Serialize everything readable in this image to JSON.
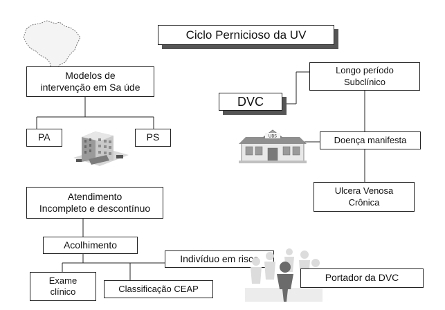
{
  "title": "Ciclo Pernicioso da UV",
  "nodes": {
    "modelos": "Modelos de\nintervenção em Sa úde",
    "pa": "PA",
    "ps": "PS",
    "atendimento": "Atendimento\nIncompleto e descontínuo",
    "acolhimento": "Acolhimento",
    "individuo": "Indivíduo em risco",
    "exame": "Exame\nclínico",
    "classificacao": "Classificação CEAP",
    "portador": "Portador da DVC",
    "dvc": "DVC",
    "longo": "Longo período\nSubclínico",
    "doenca": "Doença manifesta",
    "ulcera": "Ulcera Venosa\nCrônica"
  },
  "images": {
    "map": "brazil-map-icon",
    "hospital": "hospital-building-icon",
    "ubs_sign": "UBS",
    "people": "people-crowd-icon"
  }
}
